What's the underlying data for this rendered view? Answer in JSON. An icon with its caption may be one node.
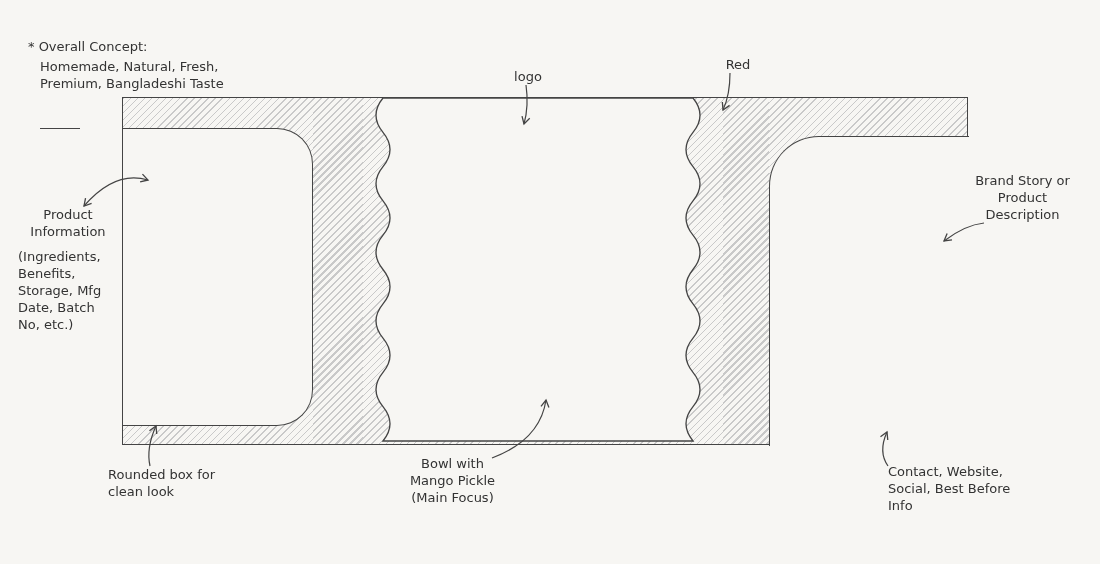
{
  "diagram": {
    "nodes": [
      {
        "text": [],
        "shape": "box"
      },
      {
        "text": [],
        "shape": "box",
        "in": 0
      },
      {
        "text": [],
        "shape": "box",
        "in": 0
      },
      {
        "text": [],
        "shape": "box",
        "in": 0
      },
      {
        "text": [],
        "shape": "band",
        "in": 0
      },
      {
        "text": [],
        "shape": "band",
        "in": 0
      },
      {
        "text": [
          "logo"
        ]
      },
      {
        "text": [
          "Red"
        ]
      },
      {
        "text": [
          "Product Information",
          "(Ingredients, Benefits, Storage, Mfg Date, Batch No, etc.)"
        ]
      },
      {
        "text": [
          "Brand Story or Product Description"
        ]
      },
      {
        "text": [
          "Rounded box for clean look"
        ]
      },
      {
        "text": [
          "Bowl with Mango Pickle (Main Focus)"
        ]
      },
      {
        "text": [
          "Contact, Website, Social, Best Before Info"
        ]
      }
    ],
    "edges": [
      {
        "from": 6,
        "to": 2,
        "arrow": "to"
      },
      {
        "from": 7,
        "to": 5,
        "arrow": "to"
      },
      {
        "from": 8,
        "to": 1,
        "arrow": "both"
      },
      {
        "from": 9,
        "to": 3,
        "arrow": "to"
      },
      {
        "from": 10,
        "to": 1,
        "arrow": "to"
      },
      {
        "from": 11,
        "to": 2,
        "arrow": "to"
      },
      {
        "from": 12,
        "to": 3,
        "arrow": "to"
      }
    ],
    "labels": [
      "* Overall Concept:",
      "Homemade, Natural, Fresh, Premium, Bangladeshi Taste"
    ]
  }
}
